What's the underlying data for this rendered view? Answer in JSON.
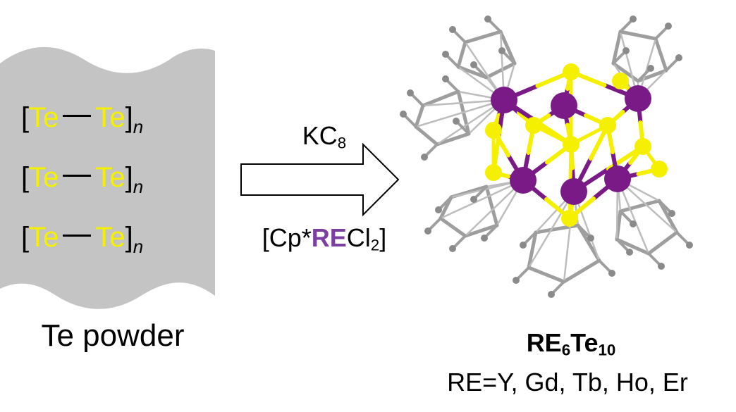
{
  "left": {
    "polymer_element": "Te",
    "subscript_n": "n",
    "label": "Te powder"
  },
  "arrow": {
    "top_reagent": "KC",
    "top_reagent_sub": "8",
    "bottom_prefix": "[Cp*",
    "bottom_metal": "RE",
    "bottom_suffix": "Cl",
    "bottom_sub": "2",
    "bottom_close": "]"
  },
  "product": {
    "formula_a": "RE",
    "formula_a_sub": "6",
    "formula_b": "Te",
    "formula_b_sub": "10",
    "elements_note": "RE=Y, Gd, Tb, Ho, Er"
  },
  "colors": {
    "tellurium": "#F5F000",
    "rare_earth": "#7A1A86",
    "ligand": "#9E9E9E",
    "powder_bg": "#C4C4C4",
    "re_text": "#7B3FA0"
  }
}
